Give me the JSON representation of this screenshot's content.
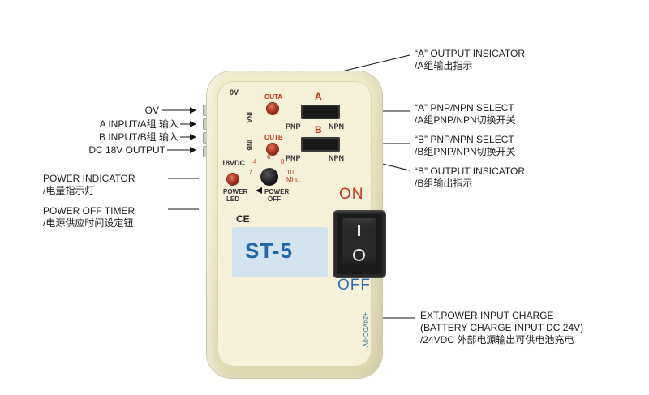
{
  "callouts": {
    "out_a": {
      "en": "“A” OUTPUT INSICATOR",
      "cn": "/A组输出指示"
    },
    "sel_a": {
      "en": "“A” PNP/NPN SELECT",
      "cn": "/A组PNP/NPN切换开关"
    },
    "sel_b": {
      "en": "“B” PNP/NPN SELECT",
      "cn": "/B组PNP/NPN切换开关"
    },
    "out_b": {
      "en": "“B” OUTPUT INSICATOR",
      "cn": "/B组输出指示"
    },
    "ext_power": {
      "en1": "EXT.POWER INPUT CHARGE",
      "en2": "(BATTERY CHARGE INPUT DC 24V)",
      "cn": "/24VDC 外部电源输出可供电池充电"
    },
    "ov": "OV",
    "a_input": "A  INPUT/A组 输入",
    "b_input": "B  INPUT/B组 输入",
    "dc_output": "DC  18V OUTPUT",
    "power_indicator": {
      "en": "POWER INDICATOR",
      "cn": "/电量指示灯"
    },
    "power_off_timer": {
      "en": "POWER OFF TIMER",
      "cn": "/电源供应时间设定钮"
    }
  },
  "device": {
    "model": "ST-5",
    "ce_mark": "CE",
    "port_0v": "0V",
    "ina": "INA",
    "inb": "INB",
    "out_a": "OUTA",
    "out_b": "OUTB",
    "switch_a_letter": "A",
    "switch_b_letter": "B",
    "pnp": "PNP",
    "npn": "NPN",
    "vdc18": "18VDC",
    "power_led": [
      "POWER",
      "LED"
    ],
    "power_off": [
      "POWER",
      "OFF"
    ],
    "dial_numbers": [
      "2",
      "4",
      "6",
      "8",
      "10",
      "Min."
    ],
    "on": "ON",
    "off": "OFF",
    "side_label": "+24VDC-0V"
  },
  "colors": {
    "accent_red": "#c8301c",
    "accent_blue": "#2366a8",
    "body": "#ebe7c2"
  }
}
